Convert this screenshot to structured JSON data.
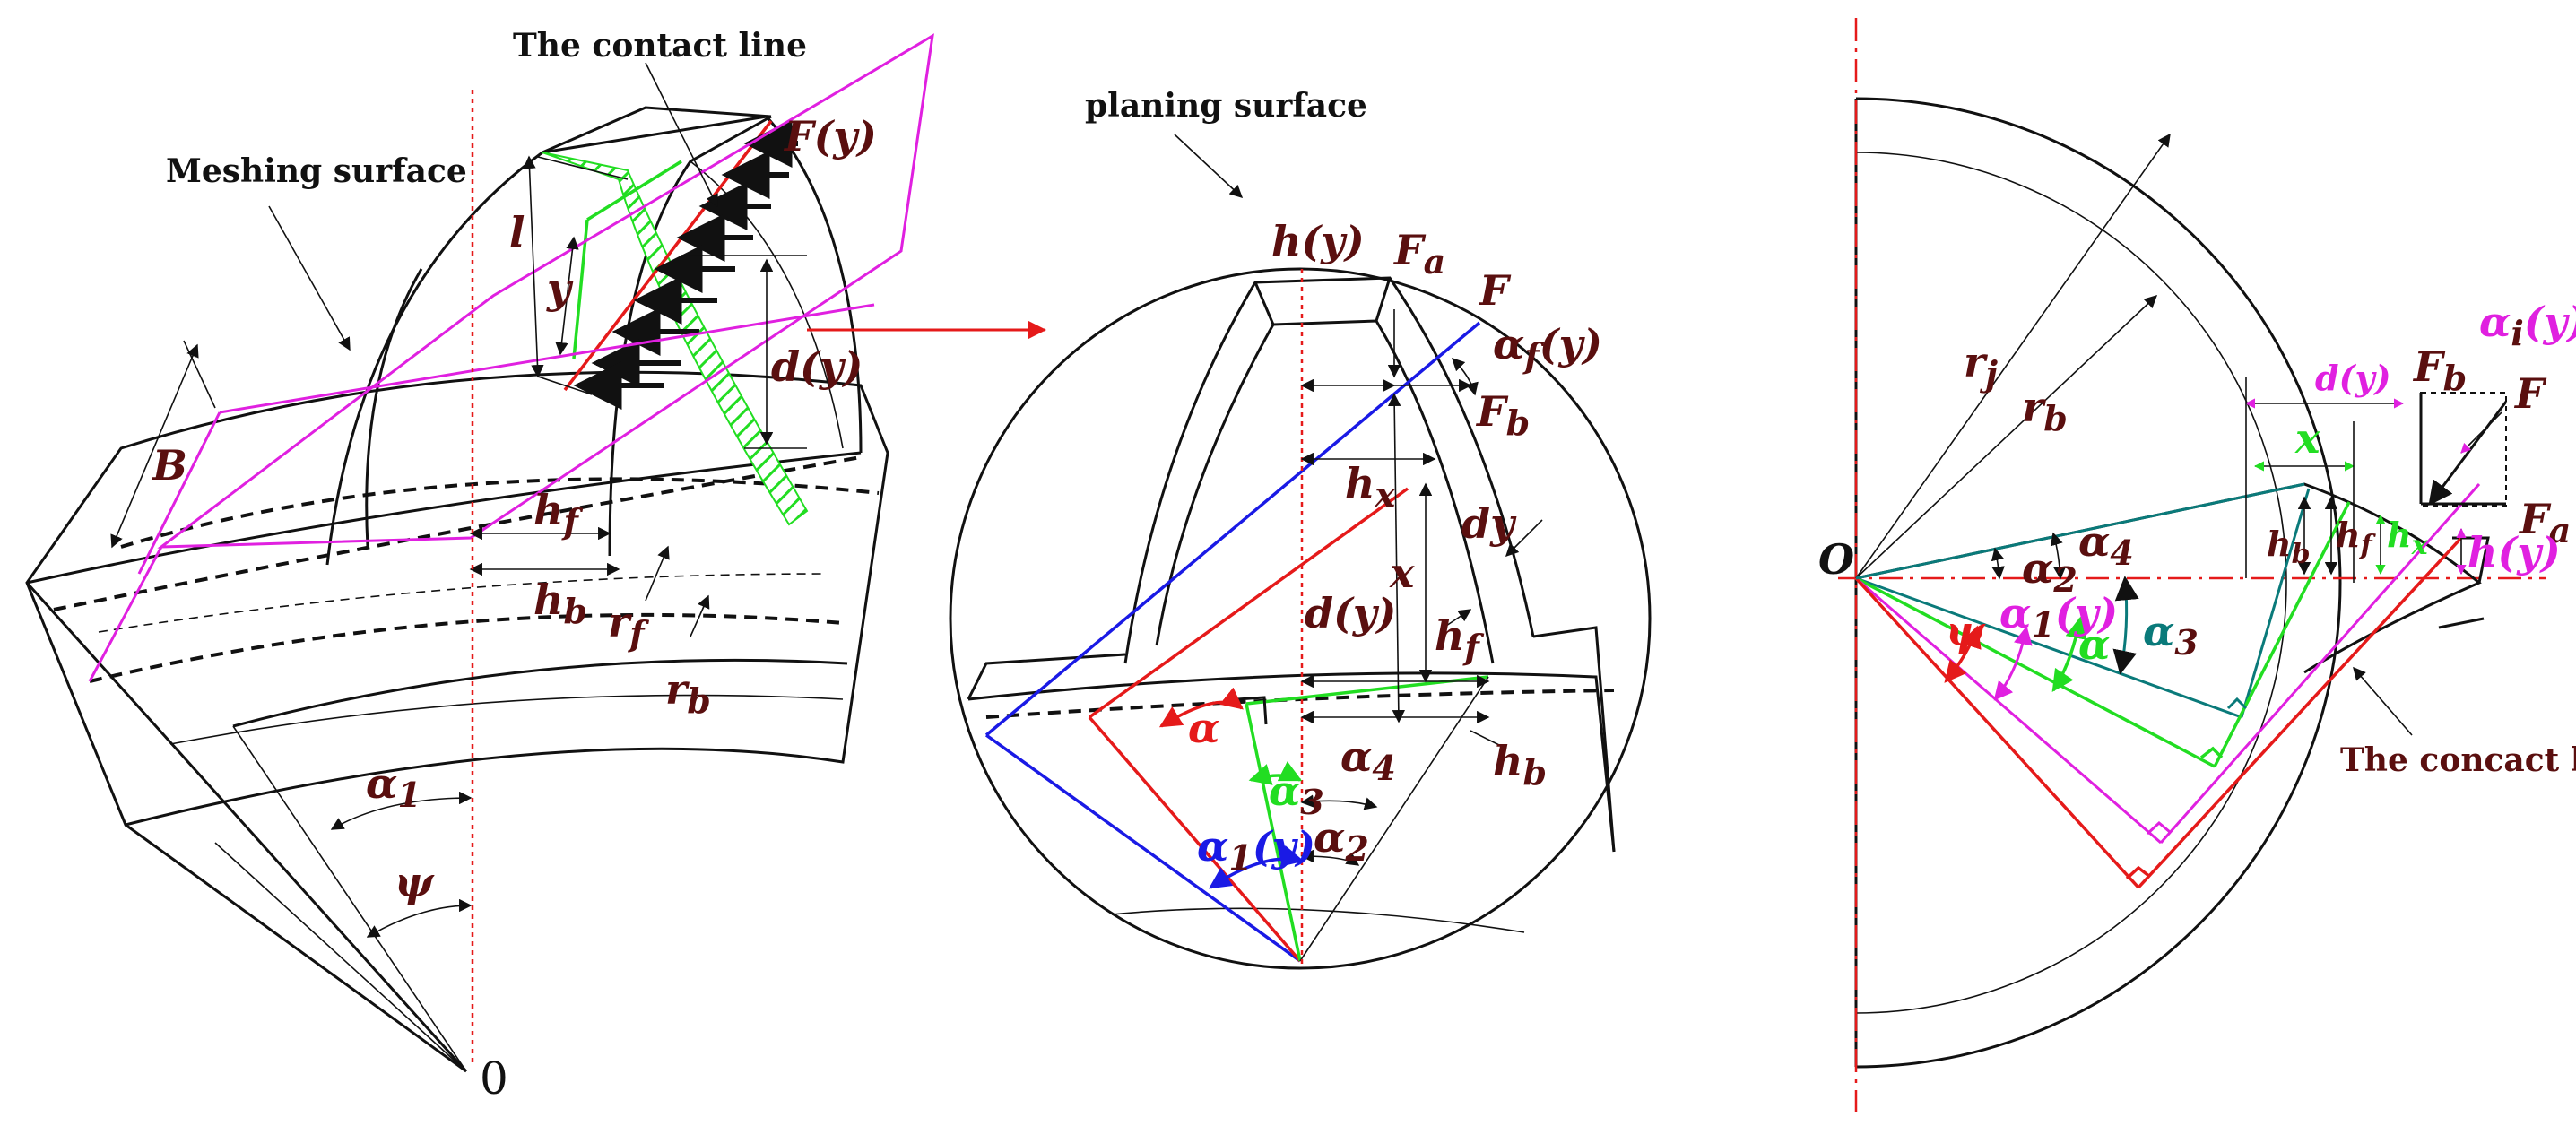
{
  "labels": {
    "contact_line": "The contact line",
    "meshing_surface": "Meshing surface",
    "planing_surface": "planing surface",
    "concact_line": "The concact line",
    "F_y": "F(y)",
    "l": "l",
    "y": "y",
    "d_y": "d(y)",
    "B": "B",
    "h_f": "h",
    "h_f_sub": "f",
    "h_b": "h",
    "h_b_sub": "b",
    "r_f": "r",
    "r_f_sub": "f",
    "r_b": "r",
    "r_b_sub": "b",
    "alpha_1": "α",
    "alpha_1_sub": "1",
    "psi": "ψ",
    "zero": "0",
    "h_y": "h(y)",
    "F_a": "F",
    "F_a_sub": "a",
    "F": "F",
    "alpha_F_y": "α",
    "alpha_F_y_sub": "f",
    "alpha_F_y_tail": "(y)",
    "F_b": "F",
    "F_b_sub": "b",
    "h_x": "h",
    "h_x_sub": "x",
    "dy": "dy",
    "x": "x",
    "alpha": "α",
    "alpha_4": "α",
    "alpha_4_sub": "4",
    "alpha_3": "α",
    "alpha_3_sub": "3",
    "alpha_2": "α",
    "alpha_2_sub": "2",
    "alpha_1y": "α",
    "alpha_1y_sub": "1",
    "alpha_1y_tail": "(y)",
    "r_j": "r",
    "r_j_sub": "j",
    "O": "O",
    "d_y_small": "d(y)",
    "h_y_small": "h(y)",
    "alpha_i_y": "α",
    "alpha_i_y_sub": "i",
    "alpha_i_y_tail": "(y)"
  },
  "colors": {
    "label": "#5a0f0f",
    "magenta": "#e020e0",
    "red": "#e51a1a",
    "green": "#22dd22",
    "blue": "#1a1ae5",
    "teal": "#0a7a7a"
  }
}
